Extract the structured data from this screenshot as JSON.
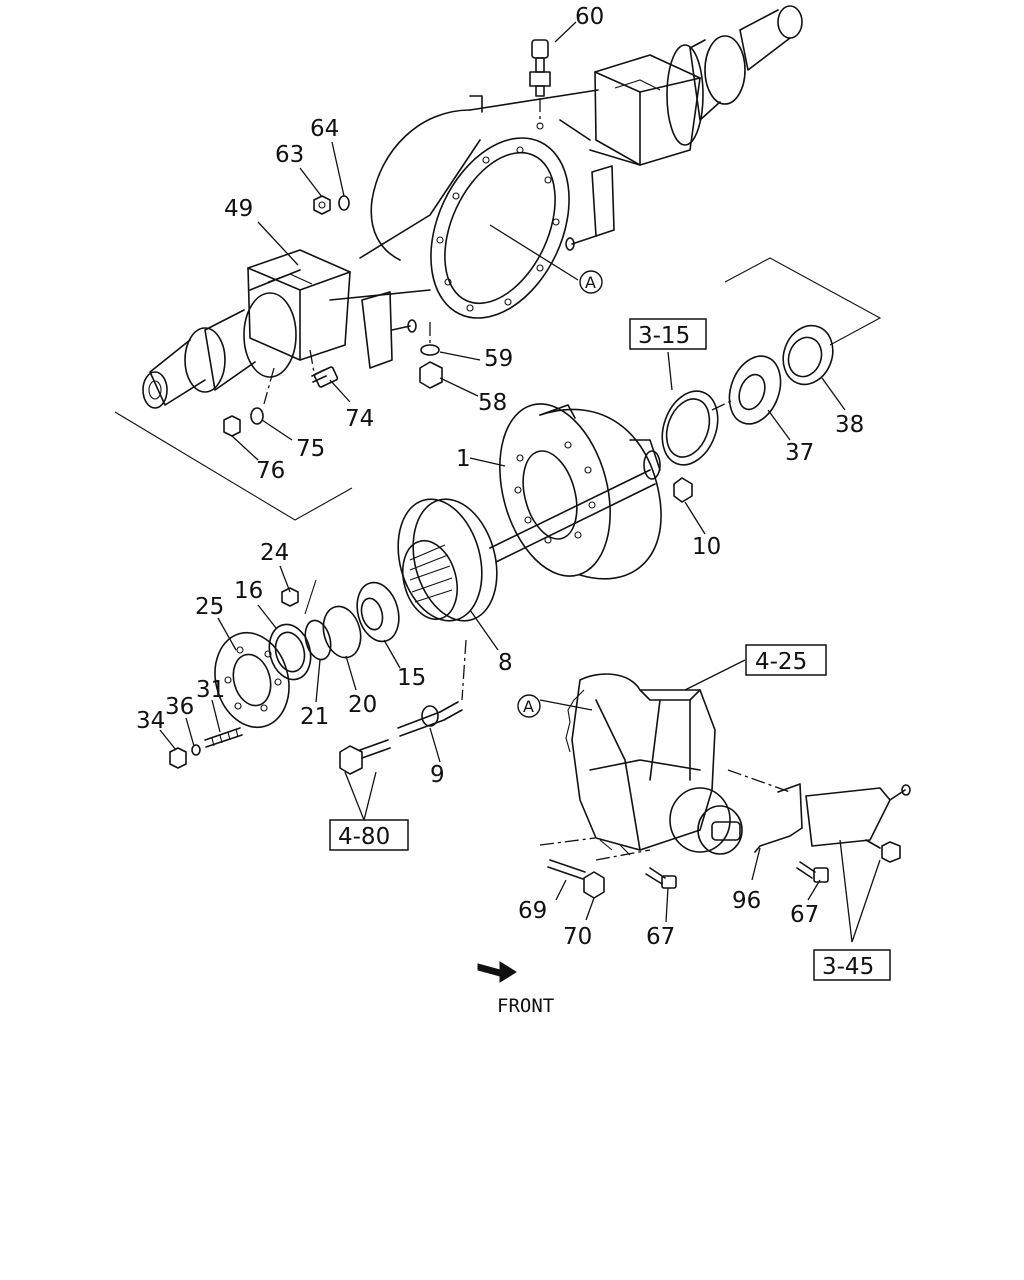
{
  "callouts": {
    "n1": "1",
    "n8": "8",
    "n9": "9",
    "n10": "10",
    "n15": "15",
    "n16": "16",
    "n20": "20",
    "n21": "21",
    "n24": "24",
    "n25": "25",
    "n31": "31",
    "n34": "34",
    "n36": "36",
    "n37": "37",
    "n38": "38",
    "n49": "49",
    "n58": "58",
    "n59": "59",
    "n60": "60",
    "n63": "63",
    "n64": "64",
    "n67a": "67",
    "n67b": "67",
    "n69": "69",
    "n70": "70",
    "n74": "74",
    "n75": "75",
    "n76": "76",
    "n96": "96"
  },
  "references": {
    "r3_15": "3-15",
    "r4_25": "4-25",
    "r4_80": "4-80",
    "r3_45": "3-45"
  },
  "markers": {
    "a1": "A",
    "a2": "A"
  },
  "front_label": "FRONT",
  "icons": {
    "front_arrow": "front-arrow-icon"
  }
}
